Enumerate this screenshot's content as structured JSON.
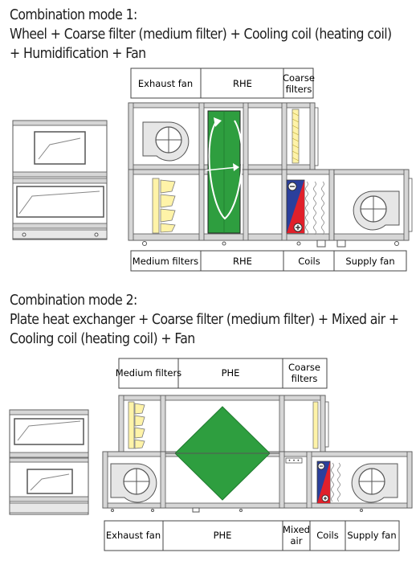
{
  "mode1": {
    "heading": [
      "Combination mode 1:",
      "Wheel + Coarse filter (medium filter) + Cooling coil (heating coil)",
      "+ Humidification + Fan"
    ],
    "top_labels": [
      "Exhaust fan",
      "RHE",
      "Coarse",
      "filters"
    ],
    "bottom_labels": [
      "Medium filters",
      "RHE",
      "Coils",
      "Supply fan"
    ]
  },
  "mode2": {
    "heading": [
      "Combination mode 2:",
      "Plate heat exchanger + Coarse filter (medium filter) + Mixed air +",
      "Cooling coil (heating coil) + Fan"
    ],
    "top_labels": [
      "Medium filters",
      "PHE",
      "Coarse",
      "filters"
    ],
    "bottom_labels": [
      "Exhaust fan",
      "PHE",
      "Mixed",
      "air",
      "Coils",
      "Supply fan"
    ]
  },
  "colors": {
    "heat_exchanger_green": "#2e9e3f",
    "filter_yellow": "#fff3a8",
    "coil_blue": "#2a3f9c",
    "coil_red": "#e0202a",
    "frame_gray": "#d6d6d6"
  },
  "icons": [
    "fan-icon",
    "rotation-arrow-icon",
    "coil-icon",
    "filter-icon",
    "window-icon"
  ]
}
